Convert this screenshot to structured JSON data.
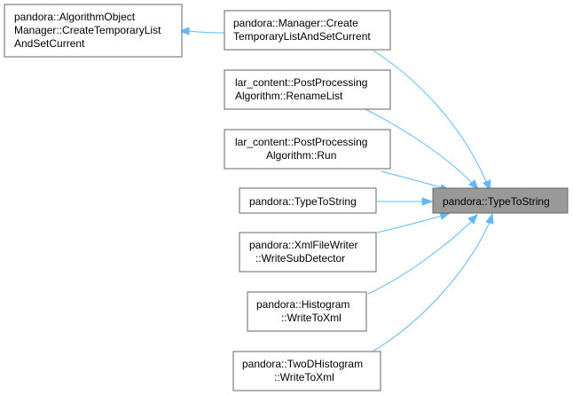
{
  "graph": {
    "focus": {
      "id": "typetostring_focus",
      "lines": [
        "pandora::TypeToString"
      ]
    },
    "callers": [
      {
        "id": "algoobjmgr",
        "lines": [
          "pandora::AlgorithmObject",
          "Manager::CreateTemporaryList",
          "AndSetCurrent"
        ]
      },
      {
        "id": "manager",
        "lines": [
          "pandora::Manager::Create",
          "TemporaryListAndSetCurrent"
        ]
      },
      {
        "id": "pp_rename",
        "lines": [
          "lar_content::PostProcessing",
          "Algorithm::RenameList"
        ]
      },
      {
        "id": "pp_run",
        "lines": [
          "lar_content::PostProcessing",
          "Algorithm::Run"
        ]
      },
      {
        "id": "typetostring",
        "lines": [
          "pandora::TypeToString"
        ]
      },
      {
        "id": "xmlwriter",
        "lines": [
          "pandora::XmlFileWriter",
          "::WriteSubDetector"
        ]
      },
      {
        "id": "histogram",
        "lines": [
          "pandora::Histogram",
          "::WriteToXml"
        ]
      },
      {
        "id": "twodhistogram",
        "lines": [
          "pandora::TwoDHistogram",
          "::WriteToXml"
        ]
      }
    ],
    "colors": {
      "edge": "#63b8ff",
      "node_border": "#666666",
      "focus_fill": "#999999",
      "node_fill": "#ffffff"
    }
  }
}
